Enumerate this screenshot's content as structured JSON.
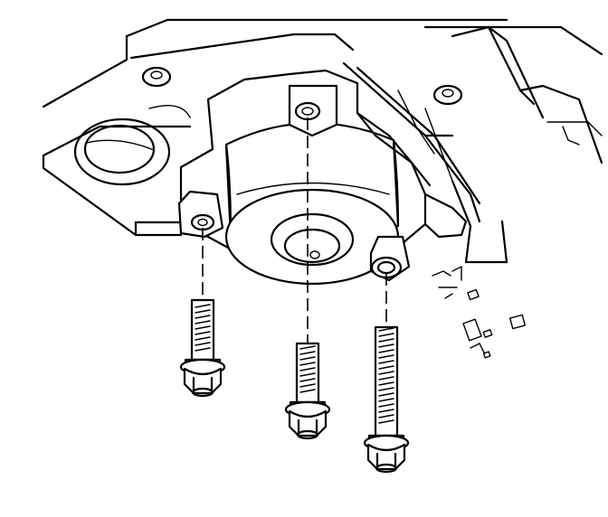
{
  "figure": {
    "type": "exploded-assembly-line-drawing",
    "components": [
      {
        "id": "housing",
        "icon": "transmission-case-icon"
      },
      {
        "id": "motor",
        "icon": "motor-assembly-icon"
      },
      {
        "id": "bolts",
        "icon": "flange-bolt-icon",
        "count": 3
      }
    ],
    "colors": {
      "line": "#000000",
      "background": "#ffffff"
    }
  }
}
